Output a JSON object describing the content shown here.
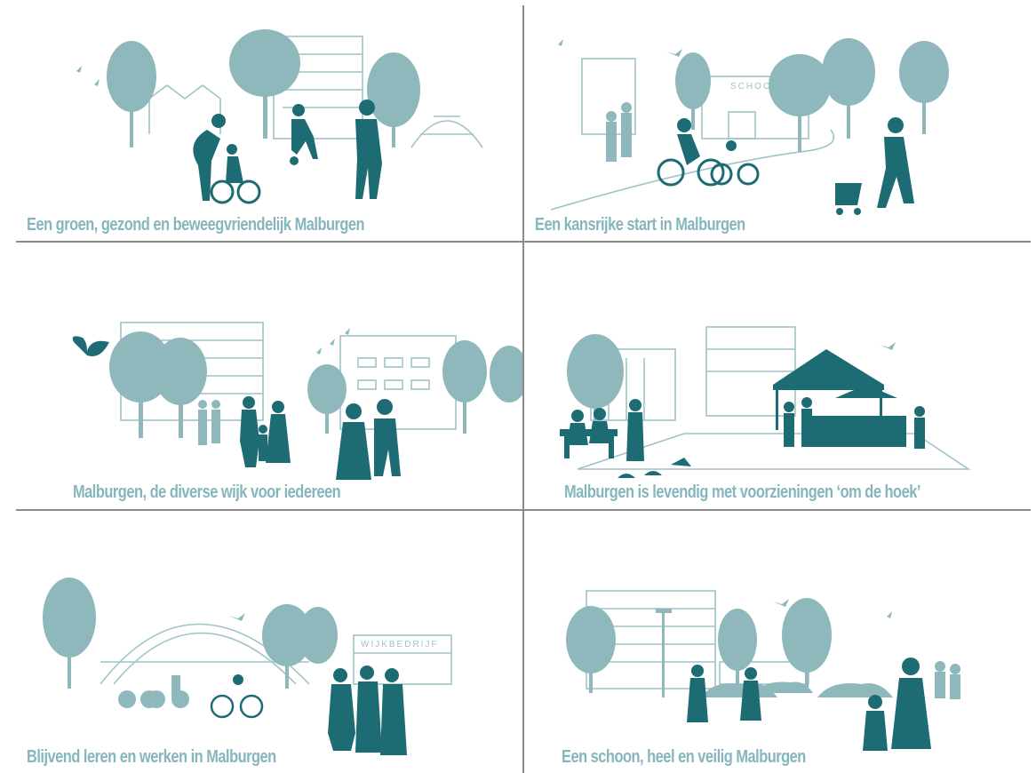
{
  "panels": [
    {
      "caption": "Een groen, gezond en beweegvriendelijk Malburgen"
    },
    {
      "caption": "Een kansrijke start in Malburgen",
      "building_sign": "SCHOOL"
    },
    {
      "caption": "Malburgen, de diverse wijk voor iedereen"
    },
    {
      "caption": "Malburgen is levendig met voorzieningen ‘om de hoek’"
    },
    {
      "caption": "Blijvend leren en werken in Malburgen",
      "building_sign": "WIJKBEDRIJF"
    },
    {
      "caption": "Een schoon, heel en veilig Malburgen"
    }
  ],
  "colors": {
    "pale": "#8fb8bd",
    "dark": "#1d6c74",
    "caption": "#86b6bd",
    "border": "#8a8a8a"
  }
}
